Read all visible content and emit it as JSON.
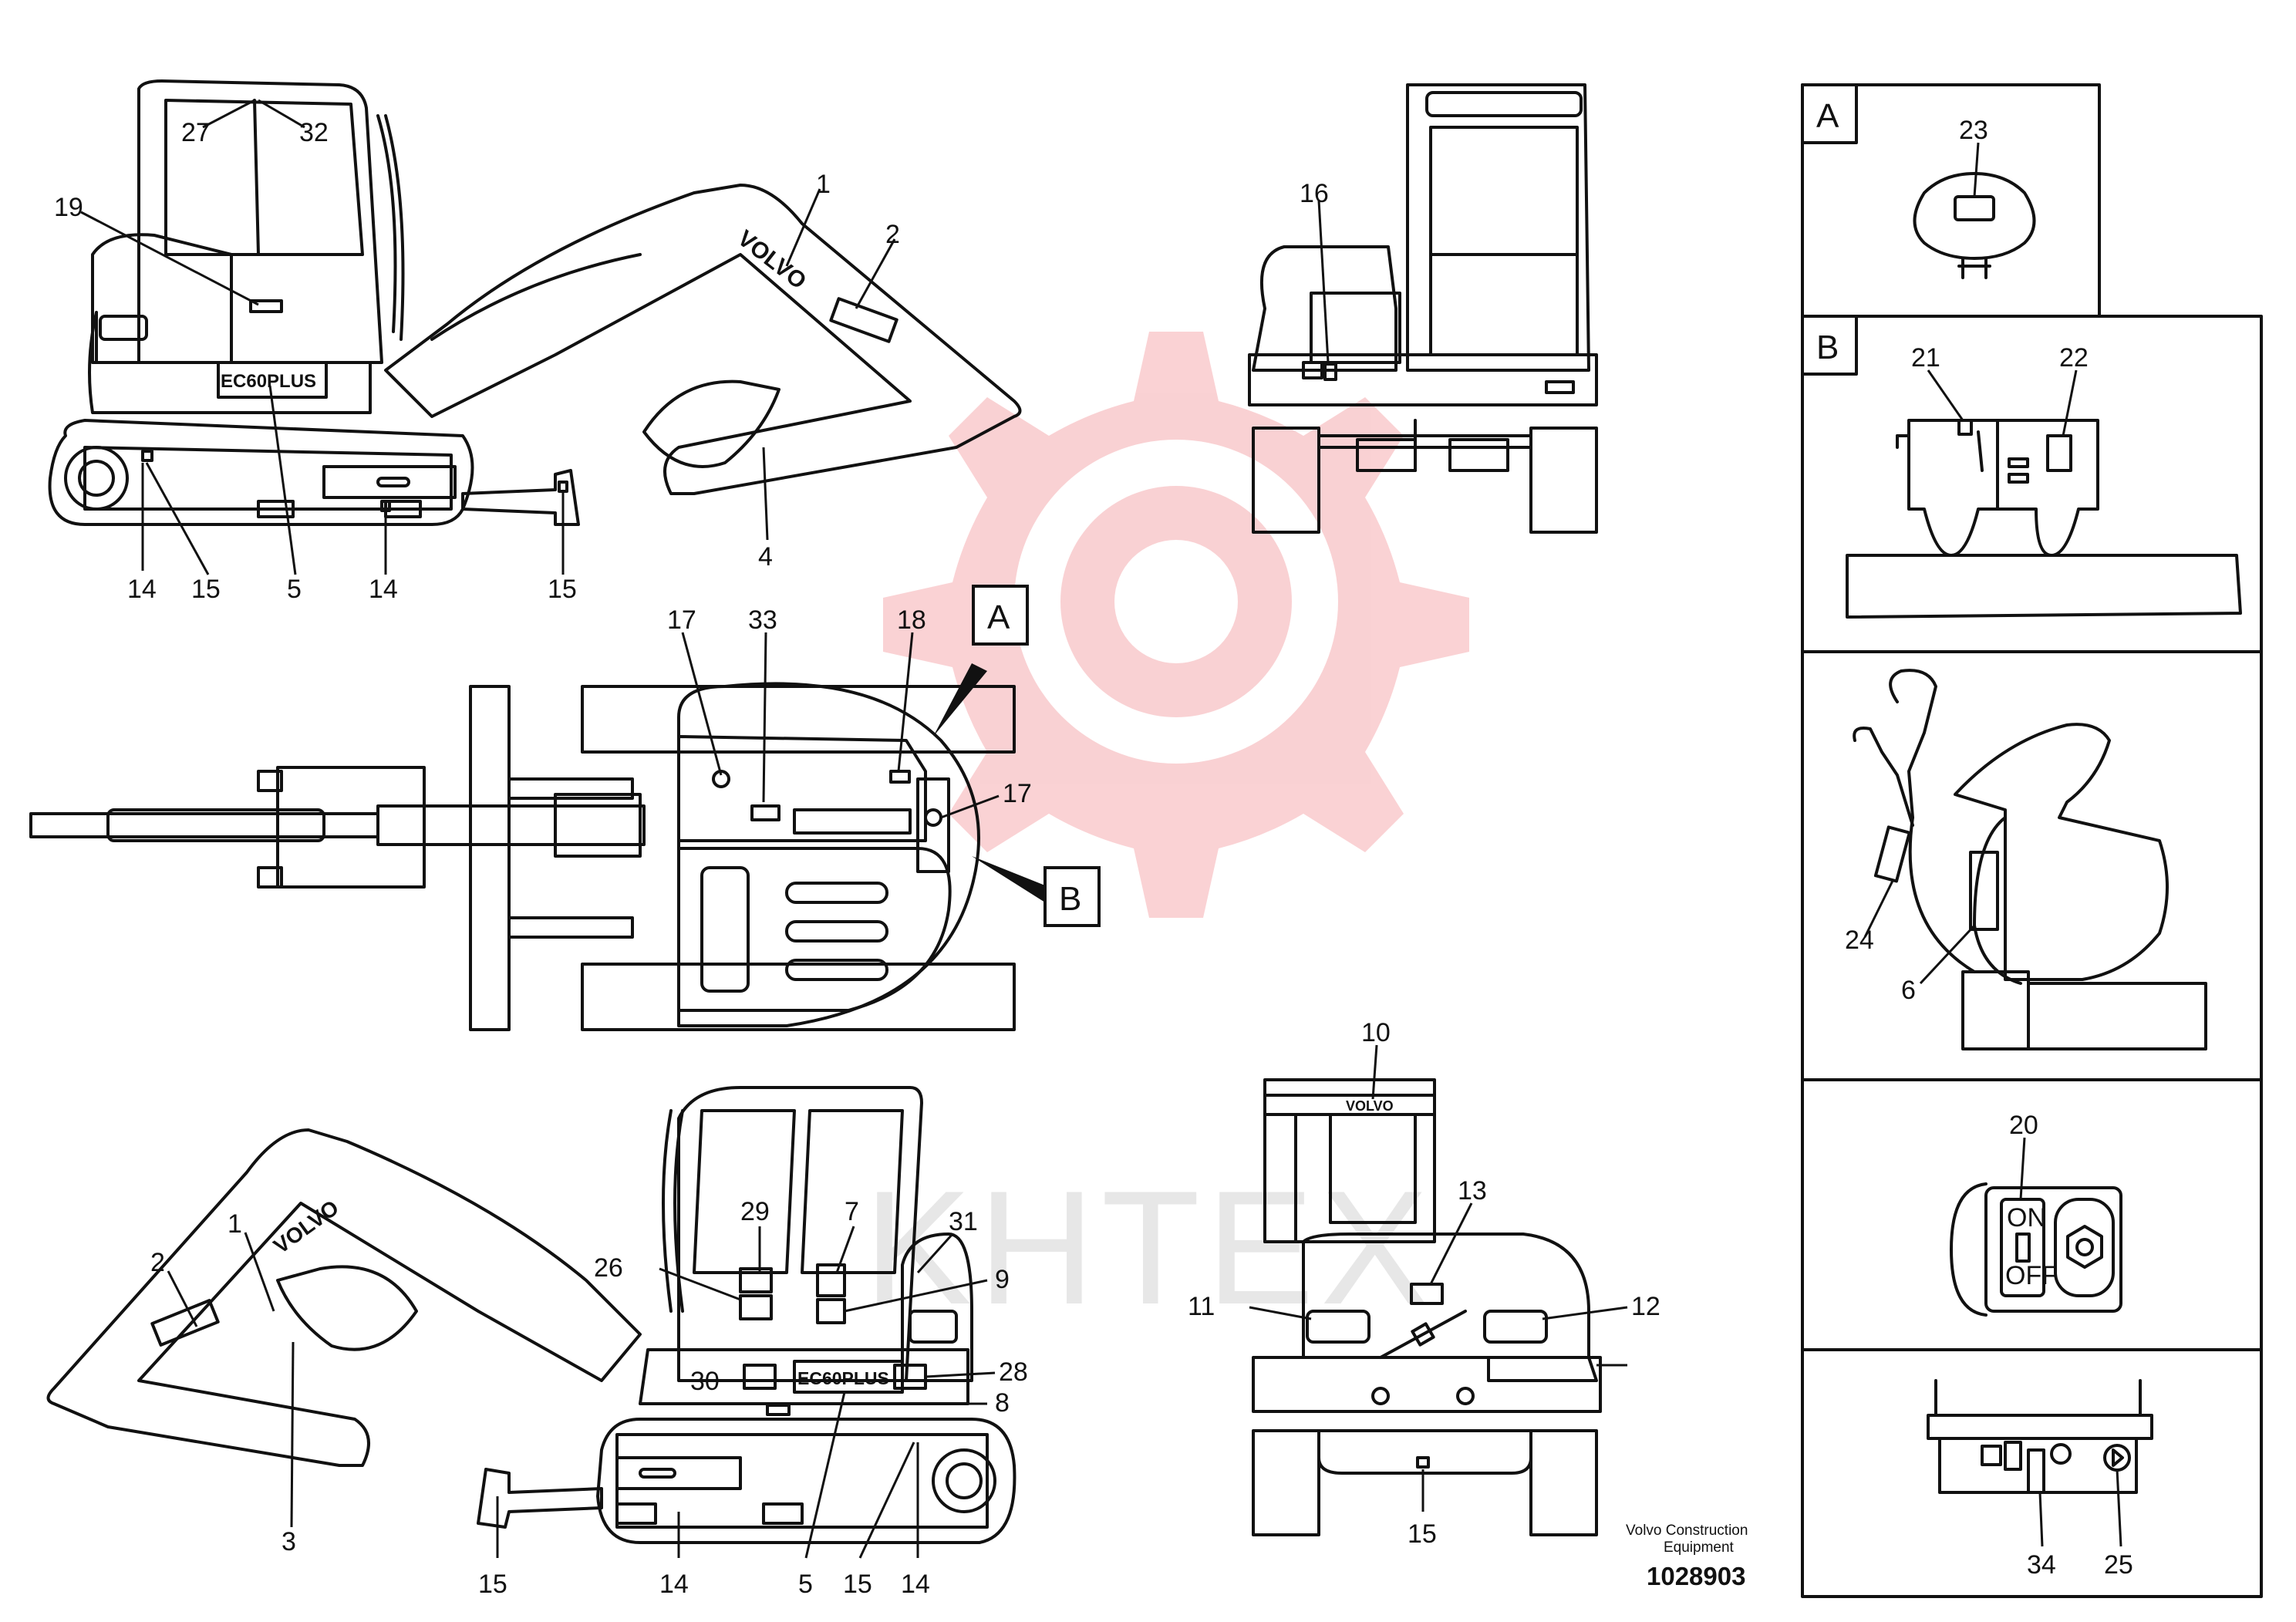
{
  "diagram": {
    "watermark": "KHTEX",
    "brand_text": "VOLVO",
    "model_badge": "EC60PLUS",
    "footer": {
      "company": "Volvo Construction Equipment",
      "company_line1": "Volvo Construction",
      "company_line2": "Equipment",
      "drawing_number": "1028903"
    },
    "panels": {
      "A": "A",
      "B": "B"
    },
    "callouts": {
      "c1a": "1",
      "c2a": "2",
      "c4": "4",
      "c5a": "5",
      "c14a": "14",
      "c14b": "14",
      "c15a": "15",
      "c15b": "15",
      "c19": "19",
      "c27": "27",
      "c32": "32",
      "c16": "16",
      "c17a": "17",
      "c17b": "17",
      "c18": "18",
      "c33": "33",
      "cA": "A",
      "cB": "B",
      "c1b": "1",
      "c2b": "2",
      "c3": "3",
      "c5b": "5",
      "c7": "7",
      "c8": "8",
      "c9": "9",
      "c14c": "14",
      "c14d": "14",
      "c15c": "15",
      "c15d": "15",
      "c26": "26",
      "c28": "28",
      "c29": "29",
      "c30": "30",
      "c31": "31",
      "c10": "10",
      "c11": "11",
      "c12": "12",
      "c13": "13",
      "c15e": "15",
      "c23": "23",
      "c21": "21",
      "c22": "22",
      "c24": "24",
      "c6": "6",
      "c20": "20",
      "c34": "34",
      "c25": "25"
    },
    "switch_on": "ON",
    "switch_off": "OFF",
    "colors": {
      "line": "#111111",
      "watermark_gear": "#f08a8a",
      "watermark_text": "#d4d4d4"
    }
  }
}
